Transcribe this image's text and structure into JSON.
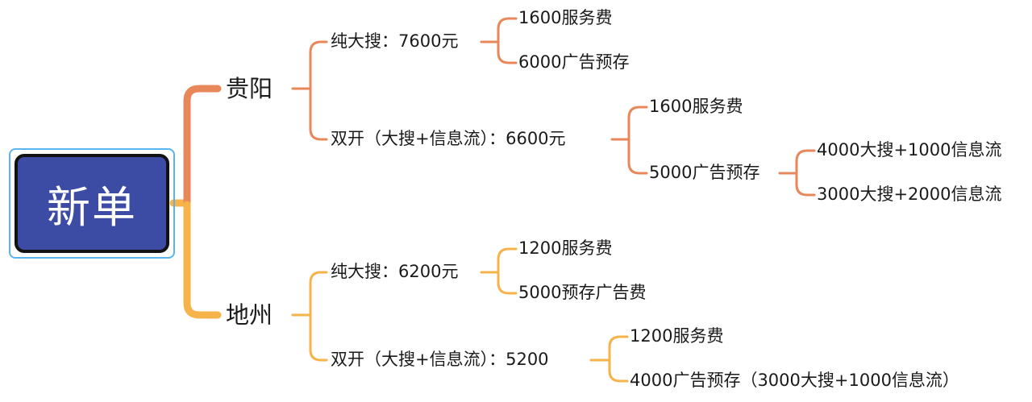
{
  "root": {
    "label": "新单"
  },
  "colors": {
    "branch_1": "#e8875a",
    "branch_2": "#f5b34a",
    "root_fill": "#3c4ba4",
    "root_outline": "#5ab4ee"
  },
  "branches": [
    {
      "label": "贵阳",
      "children": [
        {
          "label": "纯大搜：7600元",
          "children": [
            {
              "label": "1600服务费"
            },
            {
              "label": "6000广告预存"
            }
          ]
        },
        {
          "label": "双开（大搜+信息流）：6600元",
          "children": [
            {
              "label": "1600服务费"
            },
            {
              "label": "5000广告预存",
              "children": [
                {
                  "label": "4000大搜+1000信息流"
                },
                {
                  "label": "3000大搜+2000信息流"
                }
              ]
            }
          ]
        }
      ]
    },
    {
      "label": "地州",
      "children": [
        {
          "label": "纯大搜：6200元",
          "children": [
            {
              "label": "1200服务费"
            },
            {
              "label": "5000预存广告费"
            }
          ]
        },
        {
          "label": "双开（大搜+信息流）：5200",
          "children": [
            {
              "label": "1200服务费"
            },
            {
              "label": "4000广告预存（3000大搜+1000信息流）"
            }
          ]
        }
      ]
    }
  ]
}
